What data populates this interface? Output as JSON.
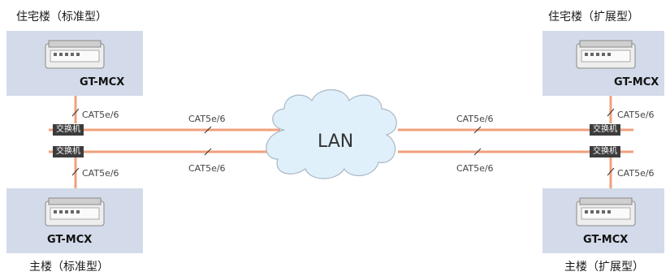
{
  "sites": {
    "residential_standard": {
      "title": "住宅楼（标准型）",
      "device": "GT-MCX"
    },
    "residential_extended": {
      "title": "住宅楼（扩展型）",
      "device": "GT-MCX"
    },
    "main_standard": {
      "title": "主楼（标准型）",
      "device": "GT-MCX"
    },
    "main_extended": {
      "title": "主楼（扩展型）",
      "device": "GT-MCX"
    }
  },
  "switch_label": "交换机",
  "cable_label": "CAT5e/6",
  "network_label": "LAN",
  "colors": {
    "cable": "#f0a07d",
    "panel": "#d3dbea",
    "cloud_fill": "#dff0fb",
    "switch_bg": "#3c3c3c"
  }
}
